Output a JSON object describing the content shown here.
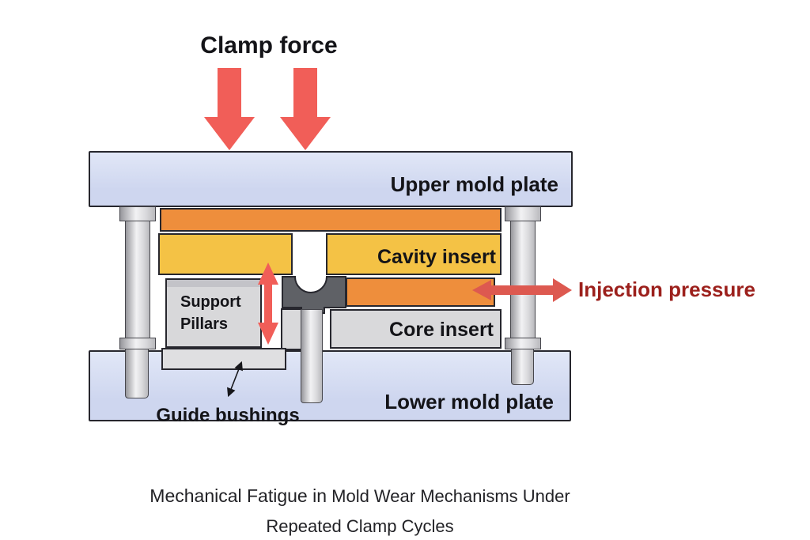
{
  "title": {
    "clamp_force": "Clamp force"
  },
  "diagram": {
    "labels": {
      "upper_plate": "Upper mold plate",
      "cavity_insert": "Cavity insert",
      "injection_pressure": "Injection pressure",
      "support_pillars": [
        "Support",
        "Pillars"
      ],
      "core_insert": "Core insert",
      "guide_bushings": "Guide bushings",
      "lower_plate": "Lower mold plate"
    },
    "colors": {
      "plate": "#ced6ef",
      "plate-light": "#e1e7f7",
      "orange": "#ee8e3c",
      "yellow": "#f4c245",
      "light-gray": "#d9d9db",
      "dark-gray": "#5f6166",
      "outline": "#27272e",
      "arrow-red": "#f15e58",
      "arrow-red-h": "#dd5950",
      "label-dark-red": "#9c201c",
      "text": "#141418"
    }
  },
  "caption": {
    "line1_a": "Mechanical Fatigue in",
    "line1_b": " Mold Wear Mechanisms Under",
    "line2": "Repeated Clamp Cycles"
  }
}
